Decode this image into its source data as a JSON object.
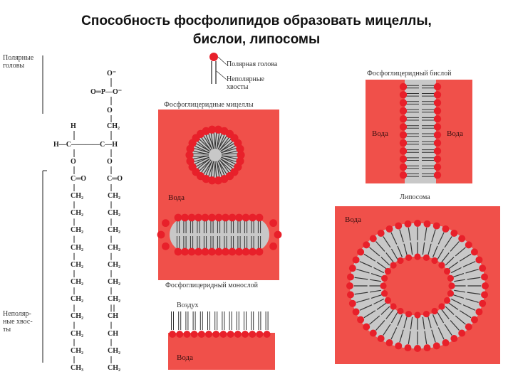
{
  "title": {
    "line1": "Способность фосфолипидов образовать мицеллы,",
    "line2": "бислои, липосомы"
  },
  "formula": {
    "polar_heads_label": [
      "Полярные",
      "головы"
    ],
    "nonpolar_tails_label": [
      "Неполяр-",
      "ные хвос-",
      "ты"
    ],
    "phosphate": {
      "o_top": "O⁻",
      "row": "O═P—O⁻",
      "o_bottom": "O"
    },
    "glycerol": {
      "h_top": "H",
      "ch2_top": "CH₂",
      "row": "H—C————C—H",
      "o_left": "O",
      "o_right": "O",
      "co_left": "C═O",
      "co_right": "C═O"
    },
    "left_chain": [
      "CH₂",
      "CH₂",
      "CH₂",
      "CH₂",
      "CH₂",
      "CH₂",
      "CH₂",
      "CH₂",
      "CH₂",
      "CH₂",
      "CH₃"
    ],
    "right_chain": [
      "CH₂",
      "CH₂",
      "CH₂",
      "CH₂",
      "CH₂",
      "CH₂",
      "CH₂",
      "CH",
      "CH",
      "CH₂",
      "CH₂"
    ]
  },
  "legend": {
    "polar_head": "Полярная голова",
    "nonpolar_tails": [
      "Неполярные",
      "хвосты"
    ]
  },
  "panels": {
    "micelles": {
      "title": "Фосфоглицеридные мицеллы",
      "water": "Вода"
    },
    "bilayer": {
      "title": "Фосфоглицеридный бислой",
      "water_left": "Вода",
      "water_right": "Вода"
    },
    "liposome": {
      "title": "Липосома",
      "water": "Вода"
    },
    "monolayer": {
      "title": "Фосфоглицеридный монослой",
      "air": "Воздух",
      "water": "Вода"
    }
  },
  "colors": {
    "water": "#f0504a",
    "head": "#e8202a",
    "core": "#c8c8c8",
    "tail": "#333333"
  }
}
